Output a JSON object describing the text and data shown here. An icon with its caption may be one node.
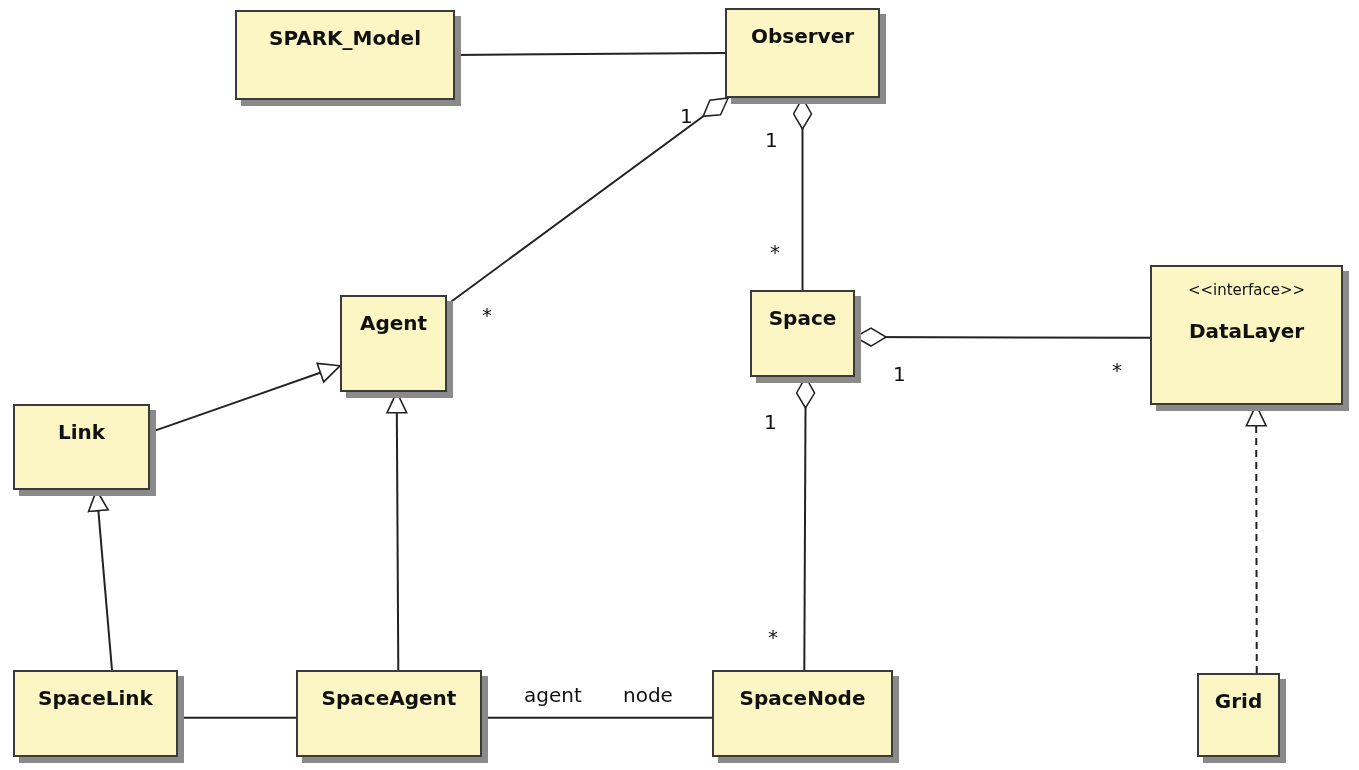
{
  "diagram": {
    "nodes": [
      {
        "text": [
          "SPARK_Model"
        ]
      },
      {
        "text": [
          "Observer"
        ]
      },
      {
        "text": [
          "Agent"
        ]
      },
      {
        "text": [
          "Space"
        ]
      },
      {
        "text": [
          "<<interface>>",
          "DataLayer"
        ]
      },
      {
        "text": [
          "Link"
        ]
      },
      {
        "text": [
          "SpaceLink"
        ]
      },
      {
        "text": [
          "SpaceAgent"
        ]
      },
      {
        "text": [
          "SpaceNode"
        ]
      },
      {
        "text": [
          "Grid"
        ]
      }
    ],
    "edges": [
      {
        "from": 0,
        "to": 1,
        "arrow": "none"
      },
      {
        "from": 2,
        "to": 1,
        "arrow": "other"
      },
      {
        "from": 3,
        "to": 1,
        "arrow": "other"
      },
      {
        "from": 4,
        "to": 3,
        "arrow": "other"
      },
      {
        "from": 8,
        "to": 3,
        "arrow": "other"
      },
      {
        "from": 5,
        "to": 2,
        "arrow": "to"
      },
      {
        "from": 7,
        "to": 2,
        "arrow": "to"
      },
      {
        "from": 6,
        "to": 5,
        "arrow": "to"
      },
      {
        "from": 9,
        "to": 4,
        "arrow": "to",
        "style": "dashed"
      },
      {
        "from": 6,
        "to": 7,
        "arrow": "none"
      },
      {
        "from": 7,
        "to": 8,
        "arrow": "none"
      }
    ],
    "labels": [
      "1",
      "1",
      "*",
      "*",
      "1",
      "*",
      "1",
      "*",
      "agent",
      "node"
    ]
  }
}
